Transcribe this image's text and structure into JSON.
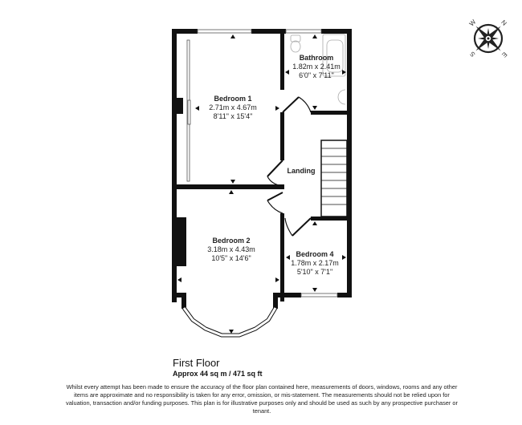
{
  "floor": {
    "title": "First Floor",
    "area": "Approx 44 sq m / 471 sq ft"
  },
  "rooms": {
    "bedroom1": {
      "name": "Bedroom 1",
      "metric": "2.71m x 4.67m",
      "imperial": "8'11\" x 15'4\""
    },
    "bathroom": {
      "name": "Bathroom",
      "metric": "1.82m x 2.41m",
      "imperial": "6'0\" x 7'11\""
    },
    "landing": {
      "name": "Landing"
    },
    "bedroom2": {
      "name": "Bedroom 2",
      "metric": "3.18m x 4.43m",
      "imperial": "10'5\" x 14'6\""
    },
    "bedroom4": {
      "name": "Bedroom 4",
      "metric": "1.78m x 2.17m",
      "imperial": "5'10\" x 7'1\""
    }
  },
  "compass": {
    "icon": "compass-rose-icon",
    "labels": {
      "n": "N",
      "s": "S",
      "e": "E",
      "w": "W"
    }
  },
  "disclaimer": "Whilst every attempt has been made to ensure the accuracy of the floor plan contained here, measurements of doors, windows, rooms and any other items are approximate and no responsibility is taken for any error, omission, or mis-statement. The measurements should not be relied upon for valuation, transaction and/or funding purposes. This plan is for illustrative purposes only and should be used as such by any prospective purchaser or tenant."
}
